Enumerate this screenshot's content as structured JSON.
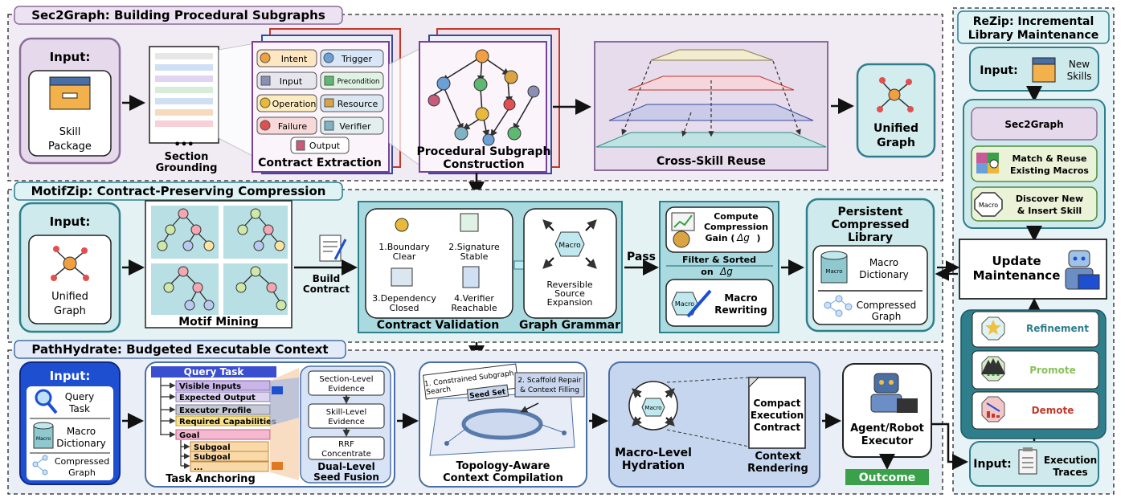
{
  "panels": {
    "sec2graph": {
      "title": "Sec2Graph: Building Procedural Subgraphs",
      "input_label": "Input:",
      "input_name_1": "Skill",
      "input_name_2": "Package",
      "section_grounding_1": "Section",
      "section_grounding_2": "Grounding",
      "contract_items": [
        "Intent",
        "Trigger",
        "Input",
        "Precondition",
        "Operation",
        "Resource",
        "Failure",
        "Verifier",
        "Output"
      ],
      "contract_extraction": "Contract Extraction",
      "subgraph_1": "Procedural Subgraph",
      "subgraph_2": "Construction",
      "cross_skill": "Cross-Skill Reuse",
      "unified_1": "Unified",
      "unified_2": "Graph"
    },
    "motifzip": {
      "title": "MotifZip: Contract-Preserving Compression",
      "input_label": "Input:",
      "input_name_1": "Unified",
      "input_name_2": "Graph",
      "motif_mining": "Motif Mining",
      "build_1": "Build",
      "build_2": "Contract",
      "checks": [
        "1.Boundary",
        "Clear",
        "2.Signature",
        "Stable",
        "3.Dependency",
        "Closed",
        "4.Verifier",
        "Reachable"
      ],
      "contract_validation": "Contract Validation",
      "macro": "Macro",
      "reversible_1": "Reversible",
      "reversible_2": "Source",
      "reversible_3": "Expansion",
      "graph_grammar": "Graph Grammar",
      "pass": "Pass",
      "compute_1": "Compute",
      "compute_2": "Compression",
      "compute_3": "Gain (",
      "compute_delta": "Δg",
      "compute_4": ")",
      "filter_1": "Filter & Sorted",
      "filter_2": "on",
      "filter_delta": "Δg",
      "macro_rw_1": "Macro",
      "macro_rw_2": "Rewriting",
      "library_1": "Persistent",
      "library_2": "Compressed",
      "library_3": "Library",
      "macro_dict_1": "Macro",
      "macro_dict_2": "Dictionary",
      "compressed_1": "Compressed",
      "compressed_2": "Graph"
    },
    "pathhydrate": {
      "title": "PathHydrate: Budgeted Executable Context",
      "input_label": "Input:",
      "query_1": "Query",
      "query_2": "Task",
      "macro_dict_1": "Macro",
      "macro_dict_2": "Dictionary",
      "compressed_1": "Compressed",
      "compressed_2": "Graph",
      "query_task_header": "Query Task",
      "task_items": [
        "Visible Inputs",
        "Expected Output",
        "Executor Profile",
        "Required Capabilities",
        "Goal",
        "Subgoal",
        "Subgoal",
        "..."
      ],
      "task_anchoring": "Task Anchoring",
      "evidence": [
        "Section-Level",
        "Evidence",
        "Skill-Level",
        "Evidence",
        "RRF",
        "Concentrate"
      ],
      "dual_1": "Dual-Level",
      "dual_2": "Seed Fusion",
      "constrained_1": "1. Constrained Subgraph",
      "constrained_2": "Search",
      "seed_set": "Seed Set",
      "scaffold_1": "2. Scaffold Repair",
      "scaffold_2": "& Context Filling",
      "topology_1": "Topology-Aware",
      "topology_2": "Context Compilation",
      "macro": "Macro",
      "hydration_1": "Macro-Level",
      "hydration_2": "Hydration",
      "compact_1": "Compact",
      "compact_2": "Execution",
      "compact_3": "Contract",
      "rendering_1": "Context",
      "rendering_2": "Rendering",
      "agent_1": "Agent/Robot",
      "agent_2": "Executor",
      "outcome": "Outcome"
    },
    "rezip": {
      "title_1": "ReZip: Incremental",
      "title_2": "Library Maintenance",
      "input_label": "Input:",
      "new_1": "New",
      "new_2": "Skills",
      "sec2graph": "Sec2Graph",
      "match_1": "Match & Reuse",
      "match_2": "Existing Macros",
      "macro": "Macro",
      "discover_1": "Discover New",
      "discover_2": "& Insert Skill",
      "update_1": "Update",
      "update_2": "Maintenance",
      "refinement": "Refinement",
      "promote": "Promote",
      "demote": "Demote",
      "exec_input": "Input:",
      "exec_1": "Execution",
      "exec_2": "Traces"
    }
  },
  "colors": {
    "sec2graph_bg": "#f1ebf3",
    "motifzip_bg": "#e4f2f4",
    "pathhydrate_bg": "#e9eef7",
    "rezip_bg": "#e7f3f6",
    "teal": "#2e7e8c",
    "purple": "#8a6d9a",
    "blue": "#1e4fd0",
    "green": "#3aa04a"
  }
}
